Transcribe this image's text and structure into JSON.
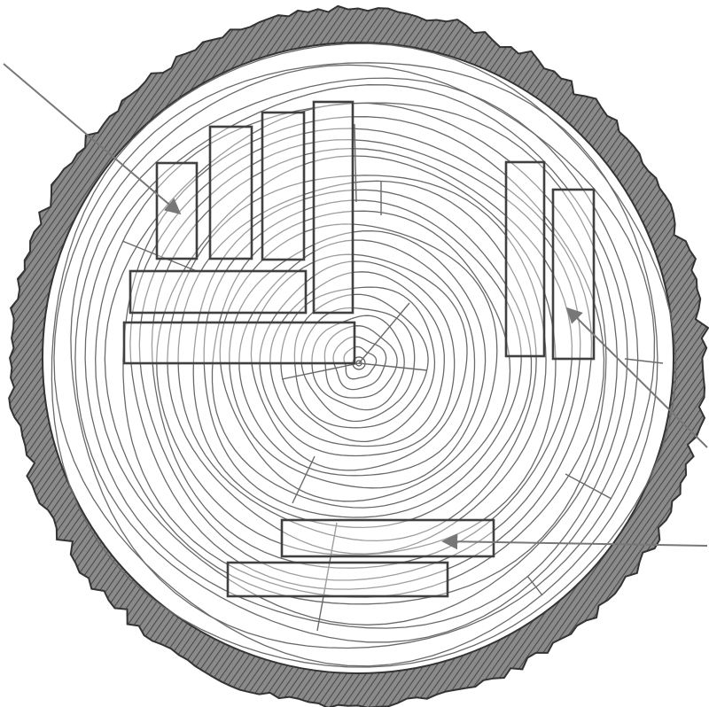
{
  "illustration": {
    "subject": "log-cross-section",
    "style": "pencil-sketch",
    "colors": {
      "bark": "#585858",
      "ring": "#6a6a6a",
      "board_outline": "#404040",
      "arrow": "#777777",
      "background": "#ffffff"
    }
  },
  "boards": {
    "vertical_cluster_count": 4,
    "horizontal_top_count": 2,
    "right_cluster_count": 2,
    "bottom_count": 2
  },
  "callouts": [
    {
      "id": "top-left",
      "target": "vertical-board-1"
    },
    {
      "id": "right",
      "target": "right-board-2"
    },
    {
      "id": "bottom-right",
      "target": "bottom-board-1"
    }
  ]
}
